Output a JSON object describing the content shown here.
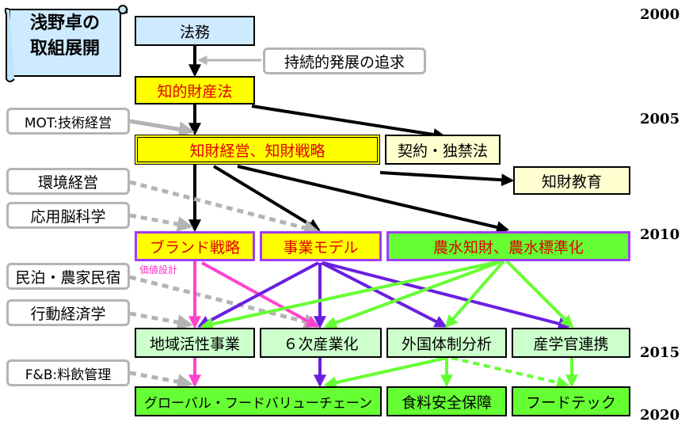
{
  "banner": {
    "line1": "浅野卓の",
    "line2": "取組展開"
  },
  "years": [
    "2000",
    "2005",
    "2010",
    "2015",
    "2020"
  ],
  "boxes": {
    "houmu": "法務",
    "jizoku": "持続的発展の追求",
    "chiteki": "知的財産法",
    "mot": "MOT:技術経営",
    "chizai_keiei": "知財経営、知財戦略",
    "keiyaku": "契約・独禁法",
    "kankyo": "環境経営",
    "chizai_kyoiku": "知財教育",
    "ouyou": "応用脳科学",
    "brand": "ブランド戦略",
    "jigyo_model": "事業モデル",
    "nosui": "農水知財、農水標準化",
    "minpaku": "民泊・農家民宿",
    "koudou": "行動経済学",
    "chiiki": "地域活性事業",
    "rokuji": "６次産業化",
    "gaikoku": "外国体制分析",
    "sangaku": "産学官連携",
    "fb": "F&B:料飲管理",
    "global": "グローバル・フードバリューチェーン",
    "shokuryo": "食料安全保障",
    "foodtech": "フードテック"
  },
  "annotation": "価値設計",
  "colors": {
    "black": "#000000",
    "gray": "#b4b4b4",
    "pink": "#ff44cc",
    "purple": "#6a1fe0",
    "green": "#66ff33",
    "red_text": "#e00000"
  }
}
